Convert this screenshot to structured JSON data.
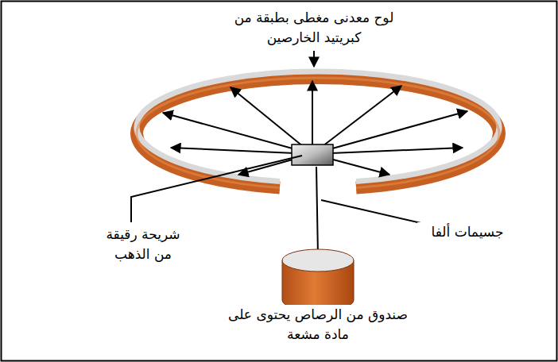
{
  "diagram": {
    "labels": [
      "لوح معدنى مغطى بطبقة من كبريتيد الخارصين",
      "شريحة رقيقة من الذهب",
      "جسيمات ألفا",
      "صندوق من الرصاص يحتوى على مادة مشعة"
    ]
  }
}
